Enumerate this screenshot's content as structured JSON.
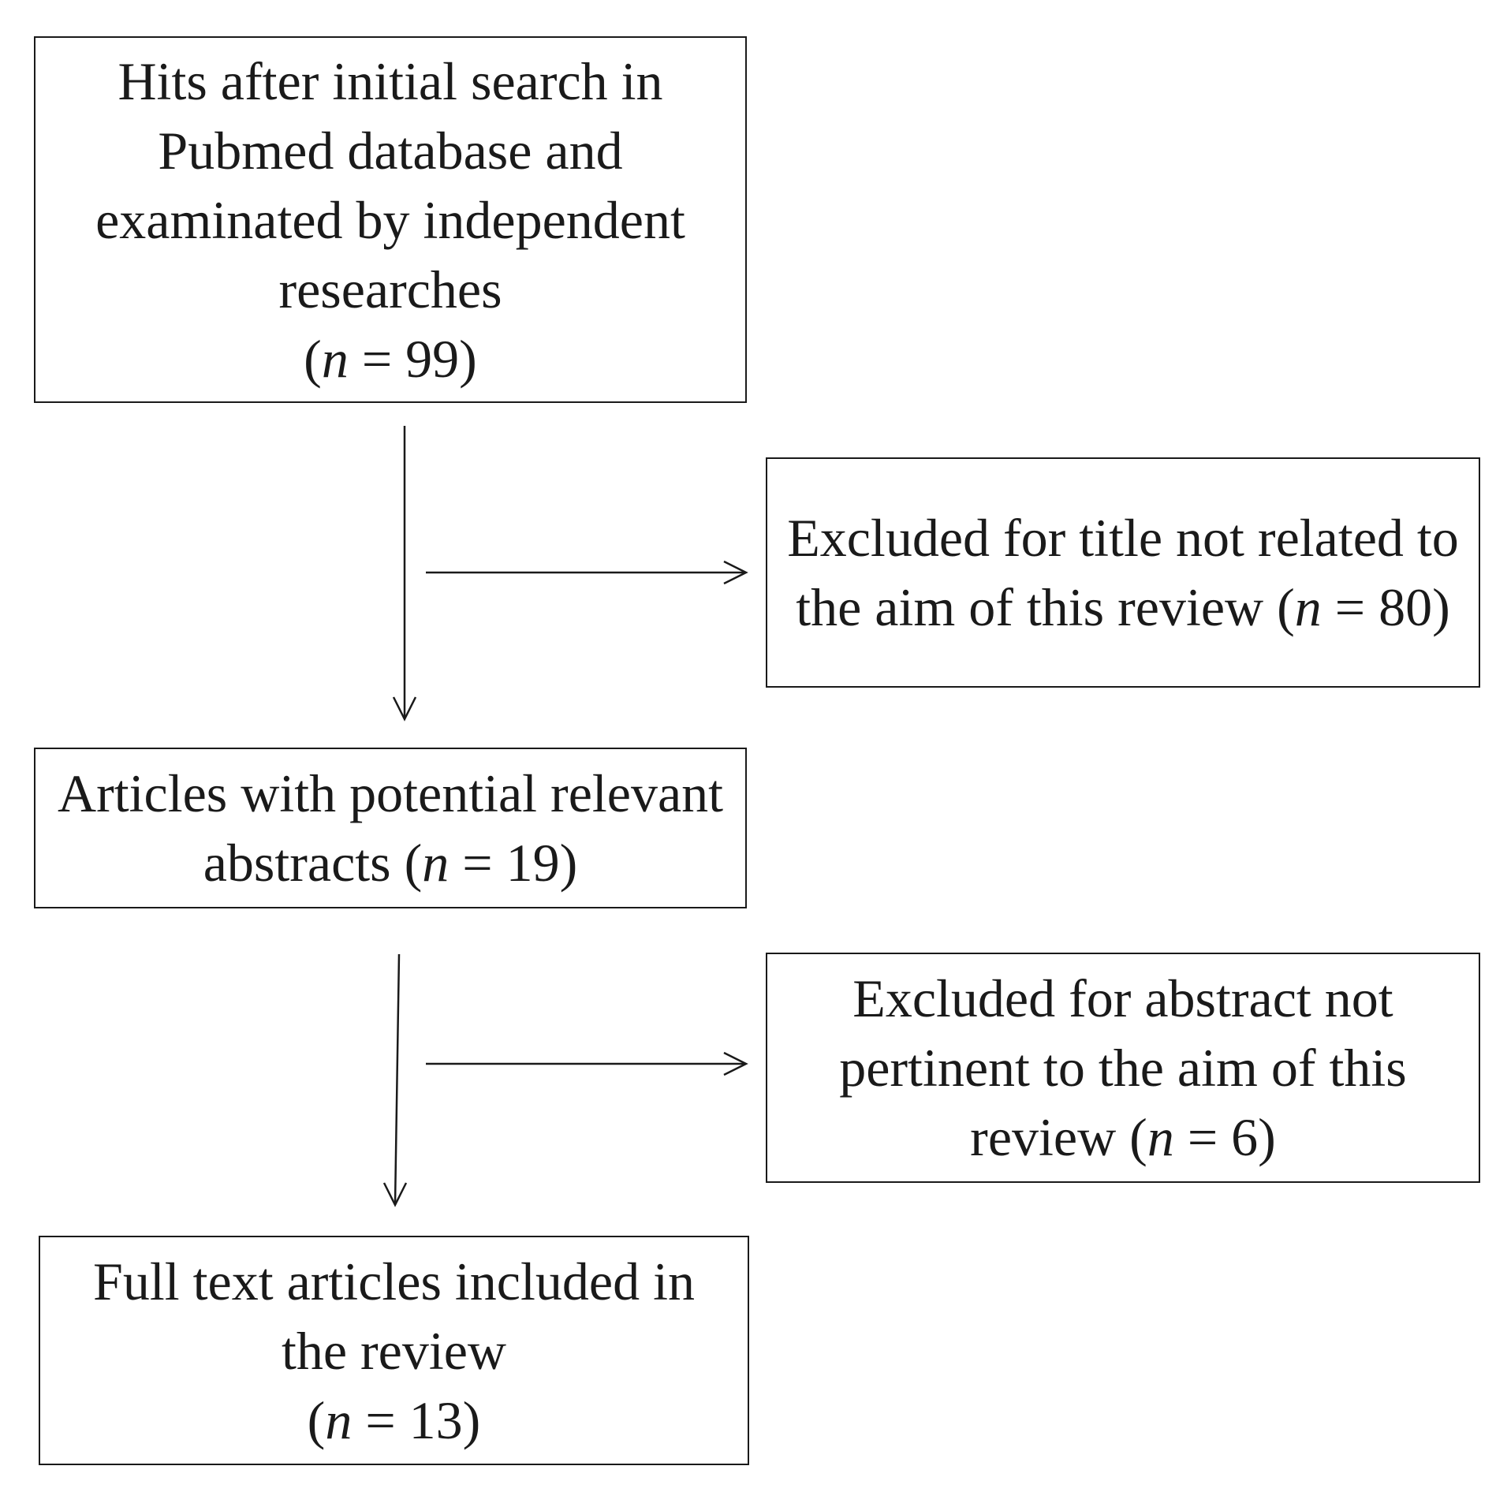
{
  "flowchart": {
    "hits": {
      "text": "Hits after initial search in Pubmed database and examinated by independent researches",
      "n_open": "(",
      "n_var": "n",
      "n_rest": " = 99)"
    },
    "excluded_title": {
      "text": "Excluded for title not related to the aim of this review (",
      "n_var": "n",
      "n_rest": " = 80)"
    },
    "articles": {
      "text": "Articles with potential relevant abstracts (",
      "n_var": "n",
      "n_rest": " = 19)"
    },
    "excluded_abstract": {
      "text": "Excluded for abstract not pertinent to the aim of this review (",
      "n_var": "n",
      "n_rest": " = 6)"
    },
    "fulltext": {
      "text": "Full text articles included in the review",
      "n_open": "(",
      "n_var": "n",
      "n_rest": " = 13)"
    }
  }
}
